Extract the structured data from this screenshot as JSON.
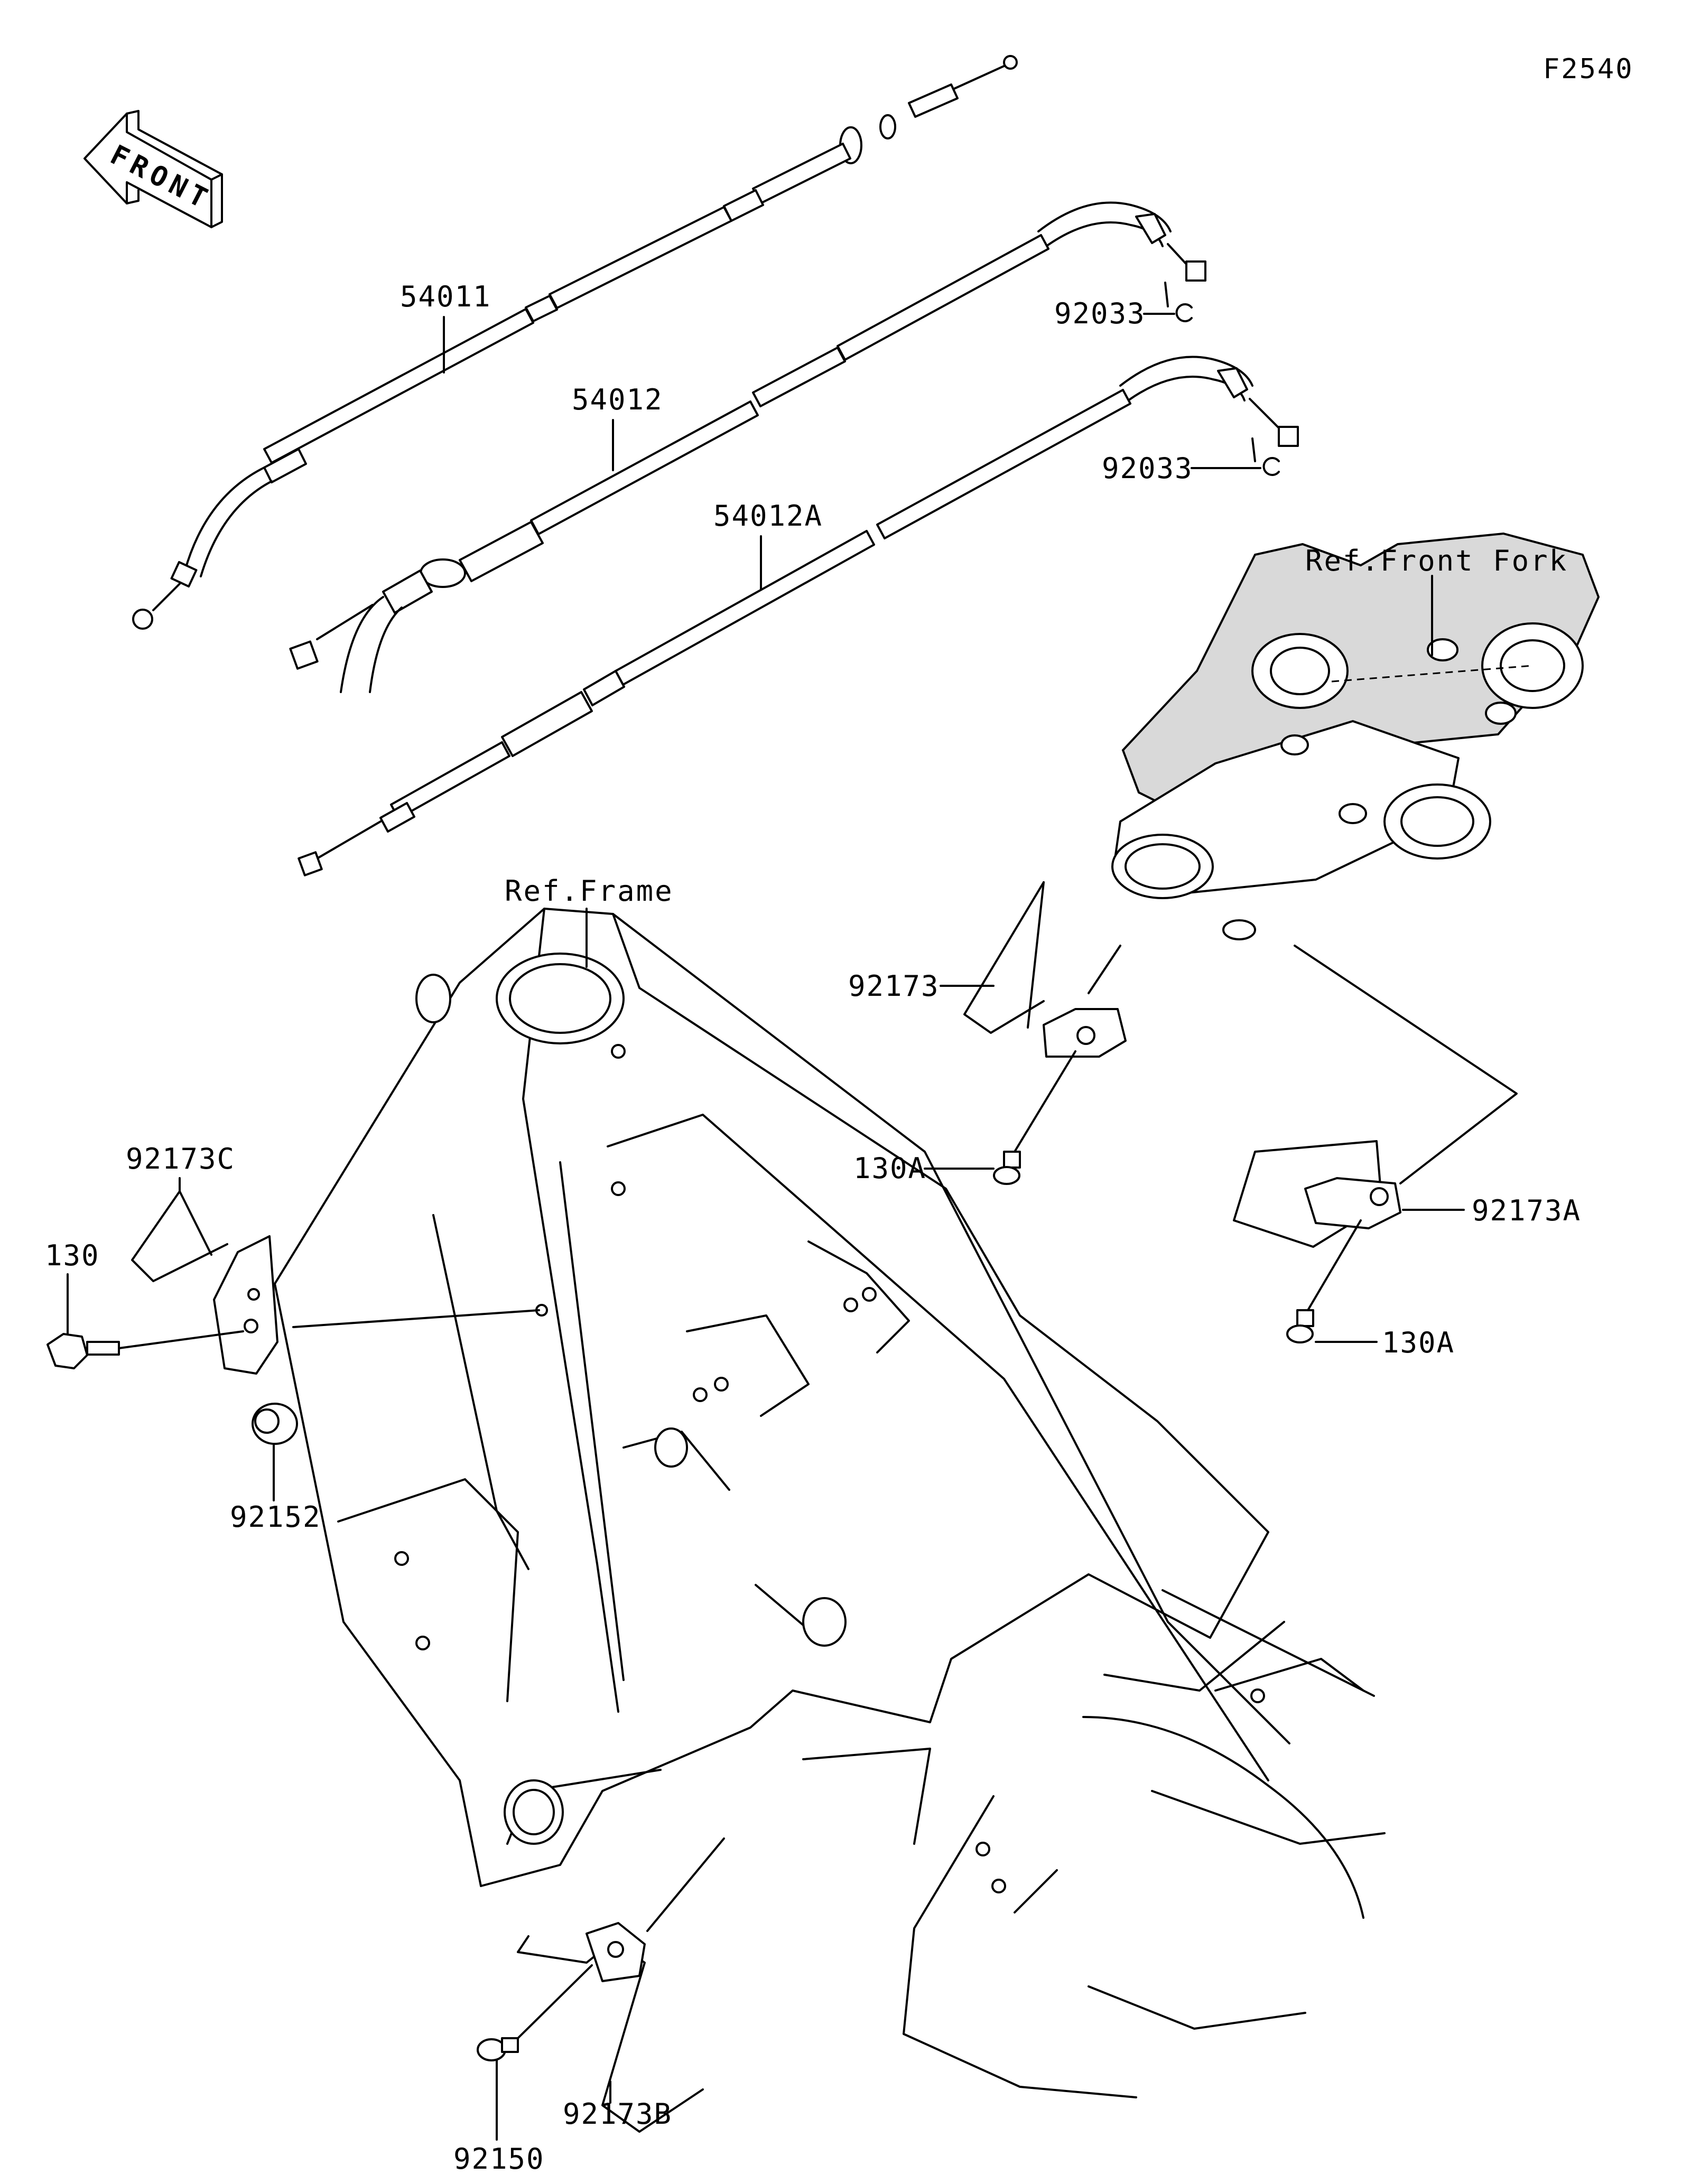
{
  "figure_code": "F2540",
  "front_arrow_label": "FRONT",
  "references": {
    "front_fork": "Ref.Front Fork",
    "frame": "Ref.Frame"
  },
  "parts": {
    "p54011": "54011",
    "p54012": "54012",
    "p54012A": "54012A",
    "p92033_a": "92033",
    "p92033_b": "92033",
    "p92173": "92173",
    "p92173A": "92173A",
    "p92173B": "92173B",
    "p92173C": "92173C",
    "p130": "130",
    "p130A_a": "130A",
    "p130A_b": "130A",
    "p92152": "92152",
    "p92150": "92150"
  }
}
